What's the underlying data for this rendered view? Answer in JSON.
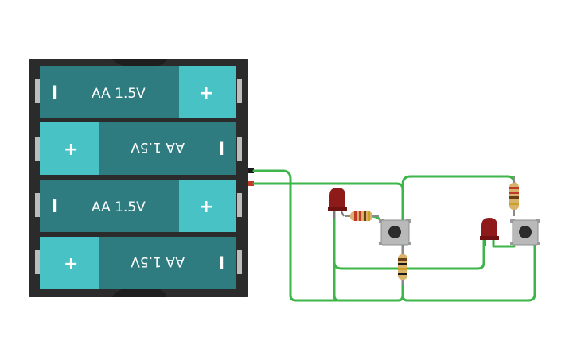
{
  "circuit": {
    "battery_holder": {
      "cells": [
        {
          "label": "AA 1.5V",
          "orientation": "normal",
          "minus": "I",
          "plus": "+"
        },
        {
          "label": "AA 1.5V",
          "orientation": "flipped",
          "minus": "I",
          "plus": "+"
        },
        {
          "label": "AA 1.5V",
          "orientation": "normal",
          "minus": "I",
          "plus": "+"
        },
        {
          "label": "AA 1.5V",
          "orientation": "flipped",
          "minus": "I",
          "plus": "+"
        }
      ]
    },
    "colors": {
      "holder": "#2b2b2b",
      "cell_dark": "#2e7b80",
      "cell_light": "#48c2c5",
      "wire": "#3db54a",
      "led": "#8e1a1a",
      "button_body": "#b9b9b9"
    }
  }
}
